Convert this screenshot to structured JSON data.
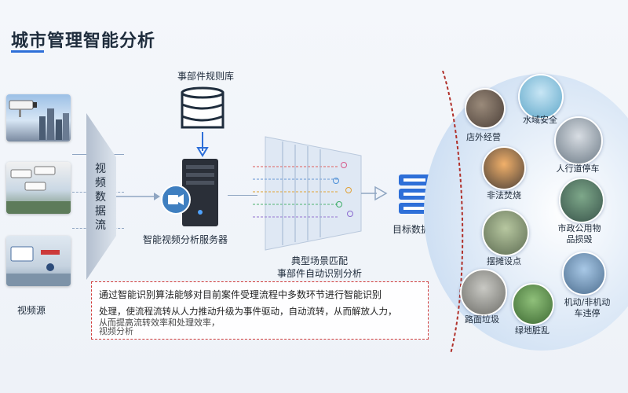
{
  "title": "城市管理智能分析",
  "sources_label": "视频源",
  "stream_label": "视频数据流",
  "rule_library_label": "事部件规则库",
  "server_label": "智能视频分析服务器",
  "matching_label_line1": "典型场景匹配",
  "matching_label_line2": "事部件自动识别分析",
  "target_label": "目标数据",
  "description": {
    "line1": "通过智能识别算法能够对目前案件受理流程中多数环节进行智能识别",
    "line2": "处理，使流程流转从人力推动升级为事件驱动，自动流转，从而解放人力，",
    "line3": "从而提高流转效率和处理效率，",
    "line4": "视频分析"
  },
  "scenes": [
    {
      "label": "店外经营",
      "icon": "storefront-icon"
    },
    {
      "label": "水域安全",
      "icon": "water-icon"
    },
    {
      "label": "人行道停车",
      "icon": "parking-icon"
    },
    {
      "label": "非法焚烧",
      "icon": "fire-icon"
    },
    {
      "label": "市政公用物品损毁",
      "icon": "facility-icon"
    },
    {
      "label": "摆摊设点",
      "icon": "stall-icon"
    },
    {
      "label": "路面垃圾",
      "icon": "trash-icon"
    },
    {
      "label": "绿地脏乱",
      "icon": "greenland-icon"
    },
    {
      "label": "机动/非机动车违停",
      "icon": "vehicle-icon"
    }
  ],
  "colors": {
    "accent": "#2e6fd8",
    "dashed_border": "#d03a3a",
    "panel": "#cfe0f3",
    "database": "#2e6fd8"
  }
}
